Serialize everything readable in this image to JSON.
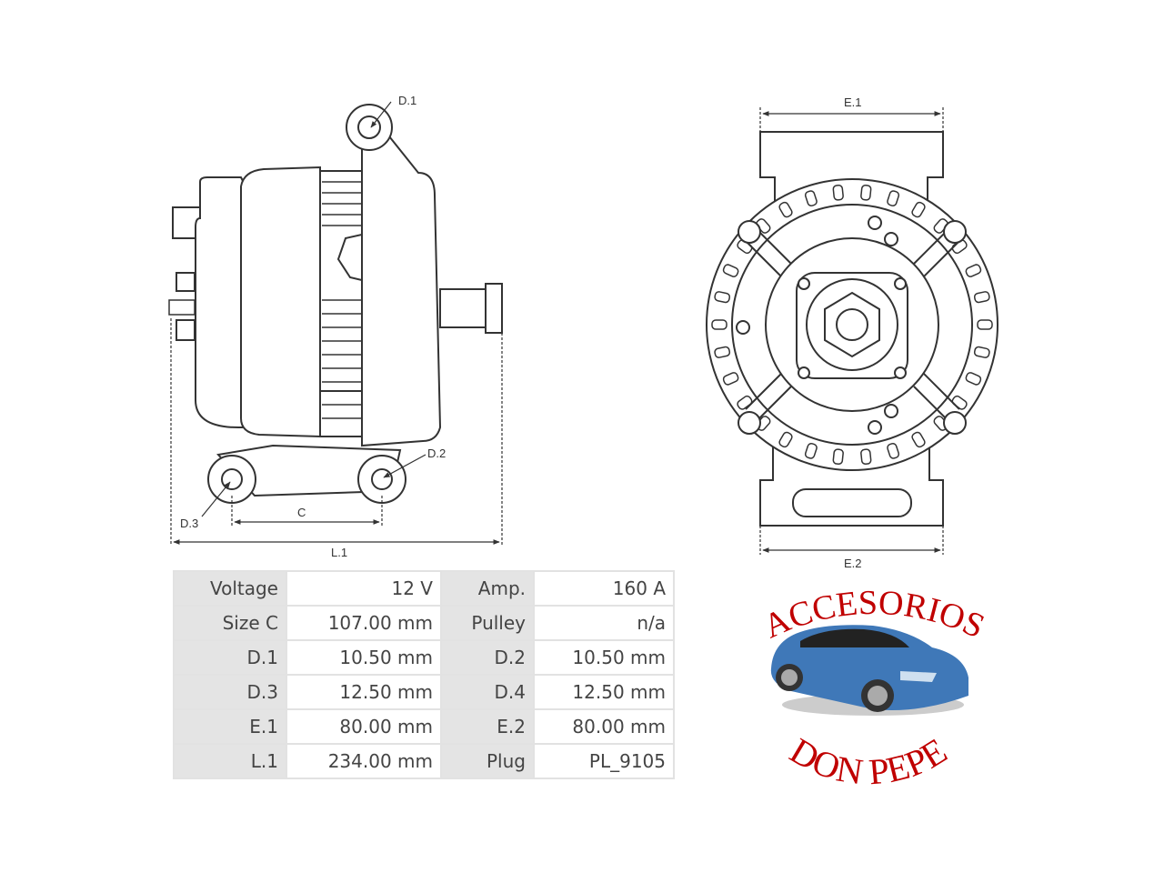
{
  "drawing": {
    "side_view_labels": {
      "d1": "D.1",
      "d2": "D.2",
      "d3": "D.3",
      "c": "C",
      "l1": "L.1"
    },
    "front_view_labels": {
      "e1": "E.1",
      "e2": "E.2"
    },
    "line_color": "#333333"
  },
  "spec_table": {
    "rows": [
      [
        {
          "k": "Voltage",
          "v": "12 V"
        },
        {
          "k": "Amp.",
          "v": "160 A"
        }
      ],
      [
        {
          "k": "Size C",
          "v": "107.00 mm"
        },
        {
          "k": "Pulley",
          "v": "n/a"
        }
      ],
      [
        {
          "k": "D.1",
          "v": "10.50 mm"
        },
        {
          "k": "D.2",
          "v": "10.50 mm"
        }
      ],
      [
        {
          "k": "D.3",
          "v": "12.50 mm"
        },
        {
          "k": "D.4",
          "v": "12.50 mm"
        }
      ],
      [
        {
          "k": "E.1",
          "v": "80.00 mm"
        },
        {
          "k": "E.2",
          "v": "80.00 mm"
        }
      ],
      [
        {
          "k": "L.1",
          "v": "234.00 mm"
        },
        {
          "k": "Plug",
          "v": "PL_9105"
        }
      ]
    ]
  },
  "logo": {
    "top_text": "ACCESORIOS",
    "bottom_text": "DON PEPE",
    "text_color": "#c00000",
    "car_color": "#3f78b8"
  }
}
